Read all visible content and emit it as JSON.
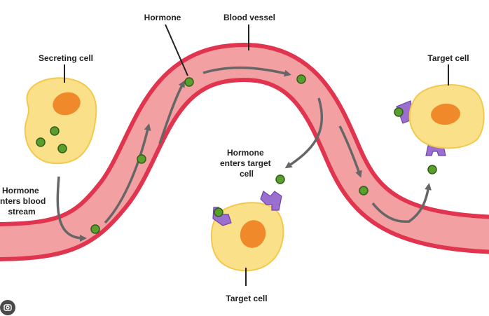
{
  "labels": {
    "hormone": "Hormone",
    "blood_vessel": "Blood vessel",
    "secreting_cell": "Secreting cell",
    "enters_blood": [
      "Hormone",
      "enters blood",
      "stream"
    ],
    "enters_target": [
      "Hormone",
      "enters target",
      "cell"
    ],
    "target_cell_right": "Target cell",
    "target_cell_bottom": "Target cell"
  },
  "colors": {
    "vessel_wall": "#e0344f",
    "vessel_lumen": "#f3a0a3",
    "cell_fill": "#fbe08a",
    "cell_stroke": "#f2c94c",
    "nucleus": "#f0892a",
    "hormone": "#5a9e2e",
    "receptor": "#9b6fcf",
    "arrow": "#666666"
  },
  "icons": {
    "corner_button": "lens-icon"
  }
}
